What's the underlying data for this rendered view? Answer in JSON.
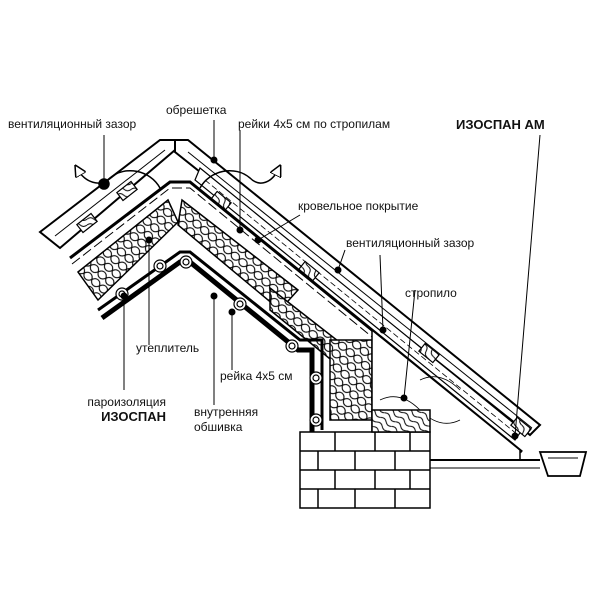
{
  "labels": {
    "vent_gap_left": "вентиляционный зазор",
    "lathing": "обрешетка",
    "battens_on_rafters": "рейки 4х5 см по стропилам",
    "izospan_am": "ИЗОСПАН АМ",
    "roofing": "кровельное покрытие",
    "vent_gap_right": "вентиляционный зазор",
    "rafter": "стропило",
    "insulation": "утеплитель",
    "vapor_barrier_line1": "пароизоляция",
    "vapor_barrier_line2": "ИЗОСПАН",
    "batten_4x5": "рейка 4х5 см",
    "inner_lining_line1": "внутренняя",
    "inner_lining_line2": "обшивка"
  }
}
